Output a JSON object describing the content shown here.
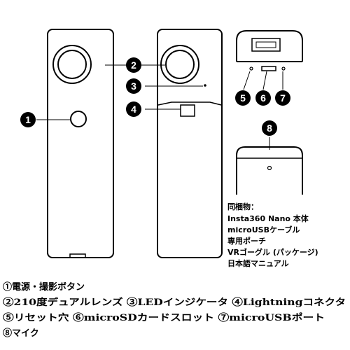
{
  "callouts": {
    "c1": "1",
    "c2": "2",
    "c3": "3",
    "c4": "4",
    "c5": "5",
    "c6": "6",
    "c7": "7",
    "c8": "8"
  },
  "contents": {
    "heading": "同梱物：",
    "items": [
      "Insta360 Nano 本体",
      "microUSBケーブル",
      "専用ポーチ",
      "VRゴーグル (パッケージ)",
      "日本語マニュアル"
    ]
  },
  "legend": {
    "lines": [
      "①電源・撮影ボタン",
      "②210度デュアルレンズ ③LEDインジケータ ④Lightningコネクタ",
      "⑤リセット穴 ⑥microSDカードスロット ⑦microUSBポート",
      "⑧マイク"
    ]
  }
}
